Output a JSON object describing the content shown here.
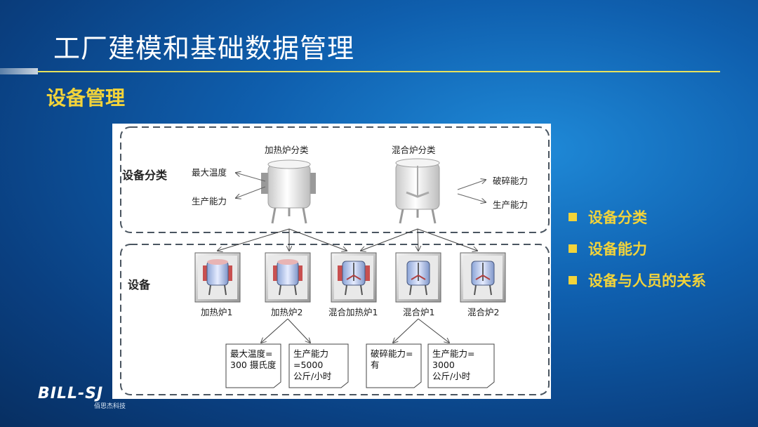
{
  "slide": {
    "title": "工厂建模和基础数据管理",
    "subtitle": "设备管理"
  },
  "diagram": {
    "classification_label": "设备分类",
    "heater_class_title": "加热炉分类",
    "mixer_class_title": "混合炉分类",
    "heater_attributes": [
      "最大温度",
      "生产能力"
    ],
    "mixer_attributes": [
      "破碎能力",
      "生产能力"
    ],
    "equipment_label": "设备",
    "equipment": [
      "加热炉1",
      "加热炉2",
      "混合加热炉1",
      "混合炉1",
      "混合炉2"
    ],
    "notes": [
      [
        "最大温度=",
        "300 摄氏度"
      ],
      [
        "生产能力",
        "=5000",
        "公斤/小时"
      ],
      [
        "破碎能力=",
        "有"
      ],
      [
        "生产能力=",
        "3000",
        "公斤/小时"
      ]
    ]
  },
  "bullets": [
    "设备分类",
    "设备能力",
    "设备与人员的关系"
  ],
  "logo": {
    "text": "BILL-SJ",
    "subtext": "佰思杰科技"
  },
  "colors": {
    "accent_yellow": "#f2d33a",
    "title_line": "#e8e25c",
    "background": "#0f5fae"
  }
}
